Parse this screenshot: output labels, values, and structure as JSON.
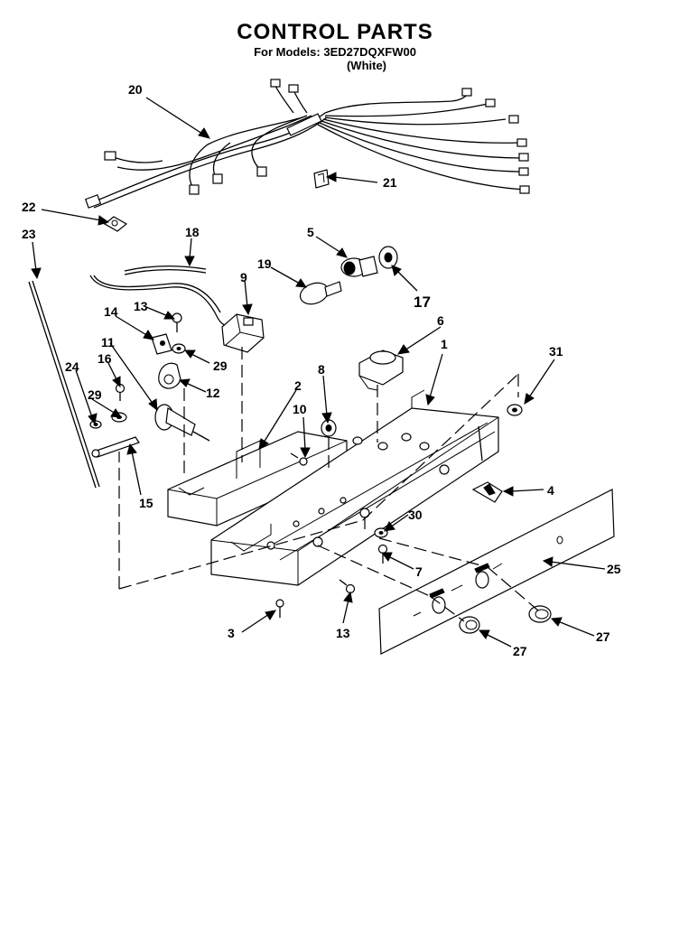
{
  "header": {
    "title": "CONTROL PARTS",
    "model_line": "For Models: 3ED27DQXFW00",
    "color_line": "(White)"
  },
  "callouts": [
    "20",
    "21",
    "22",
    "23",
    "18",
    "5",
    "19",
    "17",
    "9",
    "13",
    "14",
    "29",
    "11",
    "16",
    "12",
    "24",
    "29",
    "15",
    "8",
    "6",
    "1",
    "31",
    "2",
    "10",
    "4",
    "30",
    "7",
    "25",
    "3",
    "13",
    "27",
    "27"
  ]
}
